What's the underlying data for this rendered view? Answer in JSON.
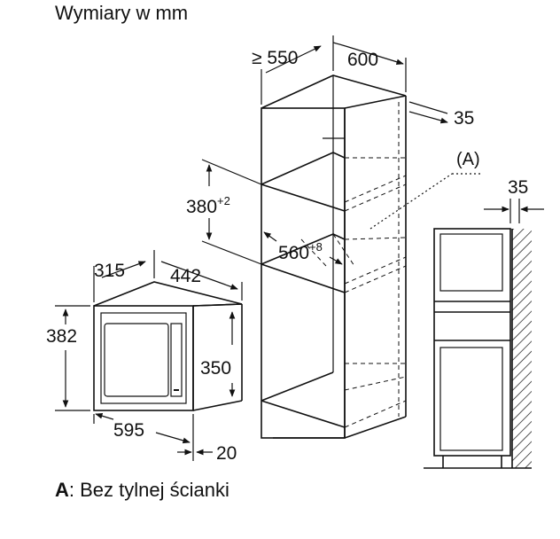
{
  "title": "Wymiary w mm",
  "footnote": {
    "marker": "A",
    "text": ": Bez tylnej ścianki"
  },
  "callout": "(A)",
  "dims": {
    "cab_depth": "≥ 550",
    "cab_width": "600",
    "back_gap": "35",
    "side_gap": "35",
    "niche_h_base": "380",
    "niche_h_sup": "+2",
    "niche_w_base": "560",
    "niche_w_sup": "+8",
    "mw_depth": "315",
    "mw_width_top": "442",
    "mw_height": "382",
    "mw_inner_h": "350",
    "mw_width": "595",
    "mw_frame": "20"
  }
}
